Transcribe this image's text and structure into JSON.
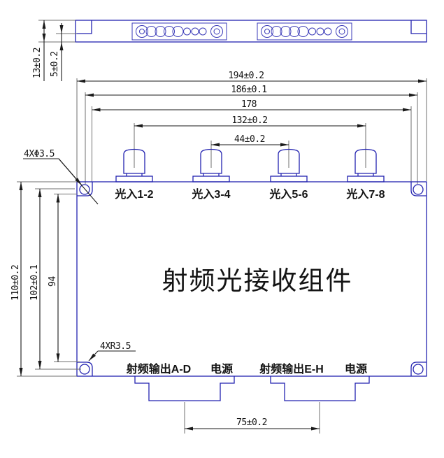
{
  "title": {
    "main": "射频光接收组件"
  },
  "colors": {
    "outline_blue": "#2323b0",
    "dimension_black": "#1a1a1a",
    "extension_gray": "#6f6f6f",
    "background": "#ffffff"
  },
  "dimensions": {
    "strip_thickness": "13±0.2",
    "strip_step": "5±0.2",
    "overall_width": "194±0.2",
    "hole_span_width": "186±0.1",
    "pocket_width": "178",
    "optical_outer_span": "132±0.2",
    "optical_pitch": "44±0.2",
    "overall_height": "110±0.2",
    "hole_span_height": "102±0.1",
    "pocket_height": "94",
    "tab_pitch": "75±0.2"
  },
  "callouts": {
    "corner_holes": "4XΦ3.5",
    "corner_radius": "4XR3.5"
  },
  "optical_input_labels": [
    "光入1-2",
    "光入3-4",
    "光入5-6",
    "光入7-8"
  ],
  "bottom_port_labels": [
    "射频输出A-D",
    "电源",
    "射频输出E-H",
    "电源"
  ]
}
